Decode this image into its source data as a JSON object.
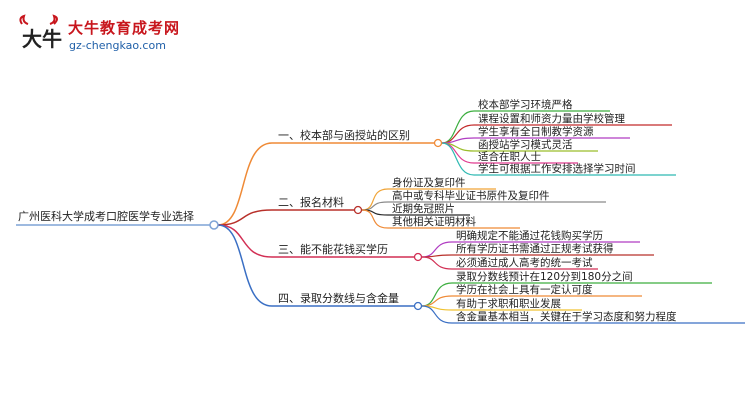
{
  "brand": {
    "logo_glyph": "大牛",
    "title": "大牛教育成考网",
    "url": "gz-chengkao.com"
  },
  "root": "广州医科大学成考口腔医学专业选择",
  "branches": [
    {
      "label": "一、校本部与函授站的区别",
      "color": "#ef8a36",
      "items": [
        {
          "text": "校本部学习环境严格",
          "color": "#3cae3f"
        },
        {
          "text": "课程设置和师资力量由学校管理",
          "color": "#c22b2b"
        },
        {
          "text": "学生享有全日制教学资源",
          "color": "#b03cc2"
        },
        {
          "text": "函授站学习模式灵活",
          "color": "#9bbd2a"
        },
        {
          "text": "适合在职人士",
          "color": "#e03a8f"
        },
        {
          "text": "学生可根据工作安排选择学习时间",
          "color": "#2fb9b2"
        }
      ]
    },
    {
      "label": "二、报名材料",
      "color": "#b8302a",
      "items": [
        {
          "text": "身份证及复印件",
          "color": "#f0a437"
        },
        {
          "text": "高中或专科毕业证书原件及复印件",
          "color": "#8a8a8a"
        },
        {
          "text": "近期免冠照片",
          "color": "#2a2a2a"
        },
        {
          "text": "其他相关证明材料",
          "color": "#ef8a36"
        }
      ]
    },
    {
      "label": "三、能不能花钱买学历",
      "color": "#d22f54",
      "items": [
        {
          "text": "明确规定不能通过花钱购买学历",
          "color": "#b03cc2"
        },
        {
          "text": "所有学历证书需通过正规考试获得",
          "color": "#b8302a"
        },
        {
          "text": "必须通过成人高考的统一考试",
          "color": "#d22f54"
        }
      ]
    },
    {
      "label": "四、录取分数线与含金量",
      "color": "#3a6fc4",
      "items": [
        {
          "text": "录取分数线预计在120分到180分之间",
          "color": "#3cae3f"
        },
        {
          "text": "学历在社会上具有一定认可度",
          "color": "#ef8a36"
        },
        {
          "text": "有助于求职和职业发展",
          "color": "#f0c230"
        },
        {
          "text": "含金量基本相当，关键在于学习态度和努力程度",
          "color": "#3a6fc4"
        }
      ]
    }
  ]
}
